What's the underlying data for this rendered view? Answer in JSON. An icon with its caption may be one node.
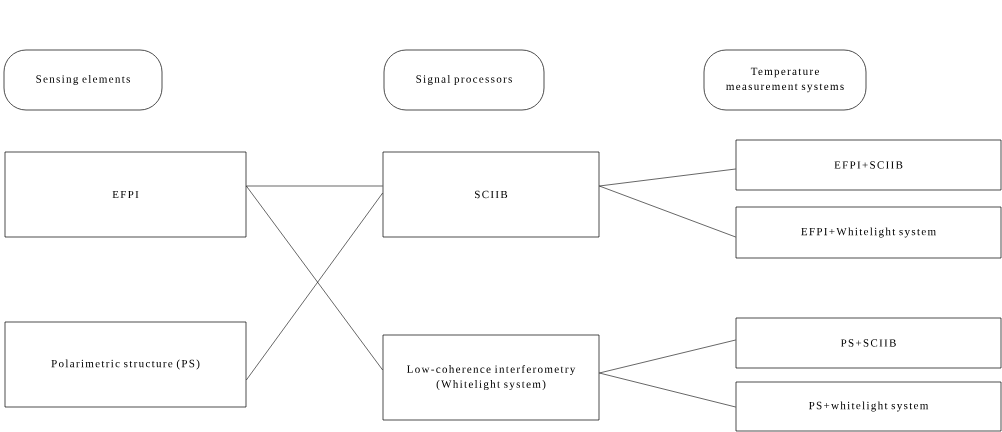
{
  "diagram": {
    "nodes": [
      {
        "text": [
          "Sensing elements"
        ]
      },
      {
        "text": [
          "Signal processors"
        ]
      },
      {
        "text": [
          "Temperature measurement systems"
        ]
      },
      {
        "text": [
          "EFPI"
        ]
      },
      {
        "text": [
          "Polarimetric structure (PS)"
        ]
      },
      {
        "text": [
          "SCIIB"
        ]
      },
      {
        "text": [
          "Low-coherence interferometry (Whitelight system)"
        ]
      },
      {
        "text": [
          "EFPI+SCIIB"
        ]
      },
      {
        "text": [
          "EFPI+Whitelight system"
        ]
      },
      {
        "text": [
          "PS+SCIIB"
        ]
      },
      {
        "text": [
          "PS+whitelight system"
        ]
      }
    ],
    "edges": [
      {
        "from": 3,
        "to": 5,
        "arrow": "none"
      },
      {
        "from": 3,
        "to": 6,
        "arrow": "none"
      },
      {
        "from": 4,
        "to": 5,
        "arrow": "none"
      },
      {
        "from": 5,
        "to": 7,
        "arrow": "none"
      },
      {
        "from": 5,
        "to": 8,
        "arrow": "none"
      },
      {
        "from": 6,
        "to": 9,
        "arrow": "none"
      },
      {
        "from": 6,
        "to": 10,
        "arrow": "none"
      }
    ]
  }
}
